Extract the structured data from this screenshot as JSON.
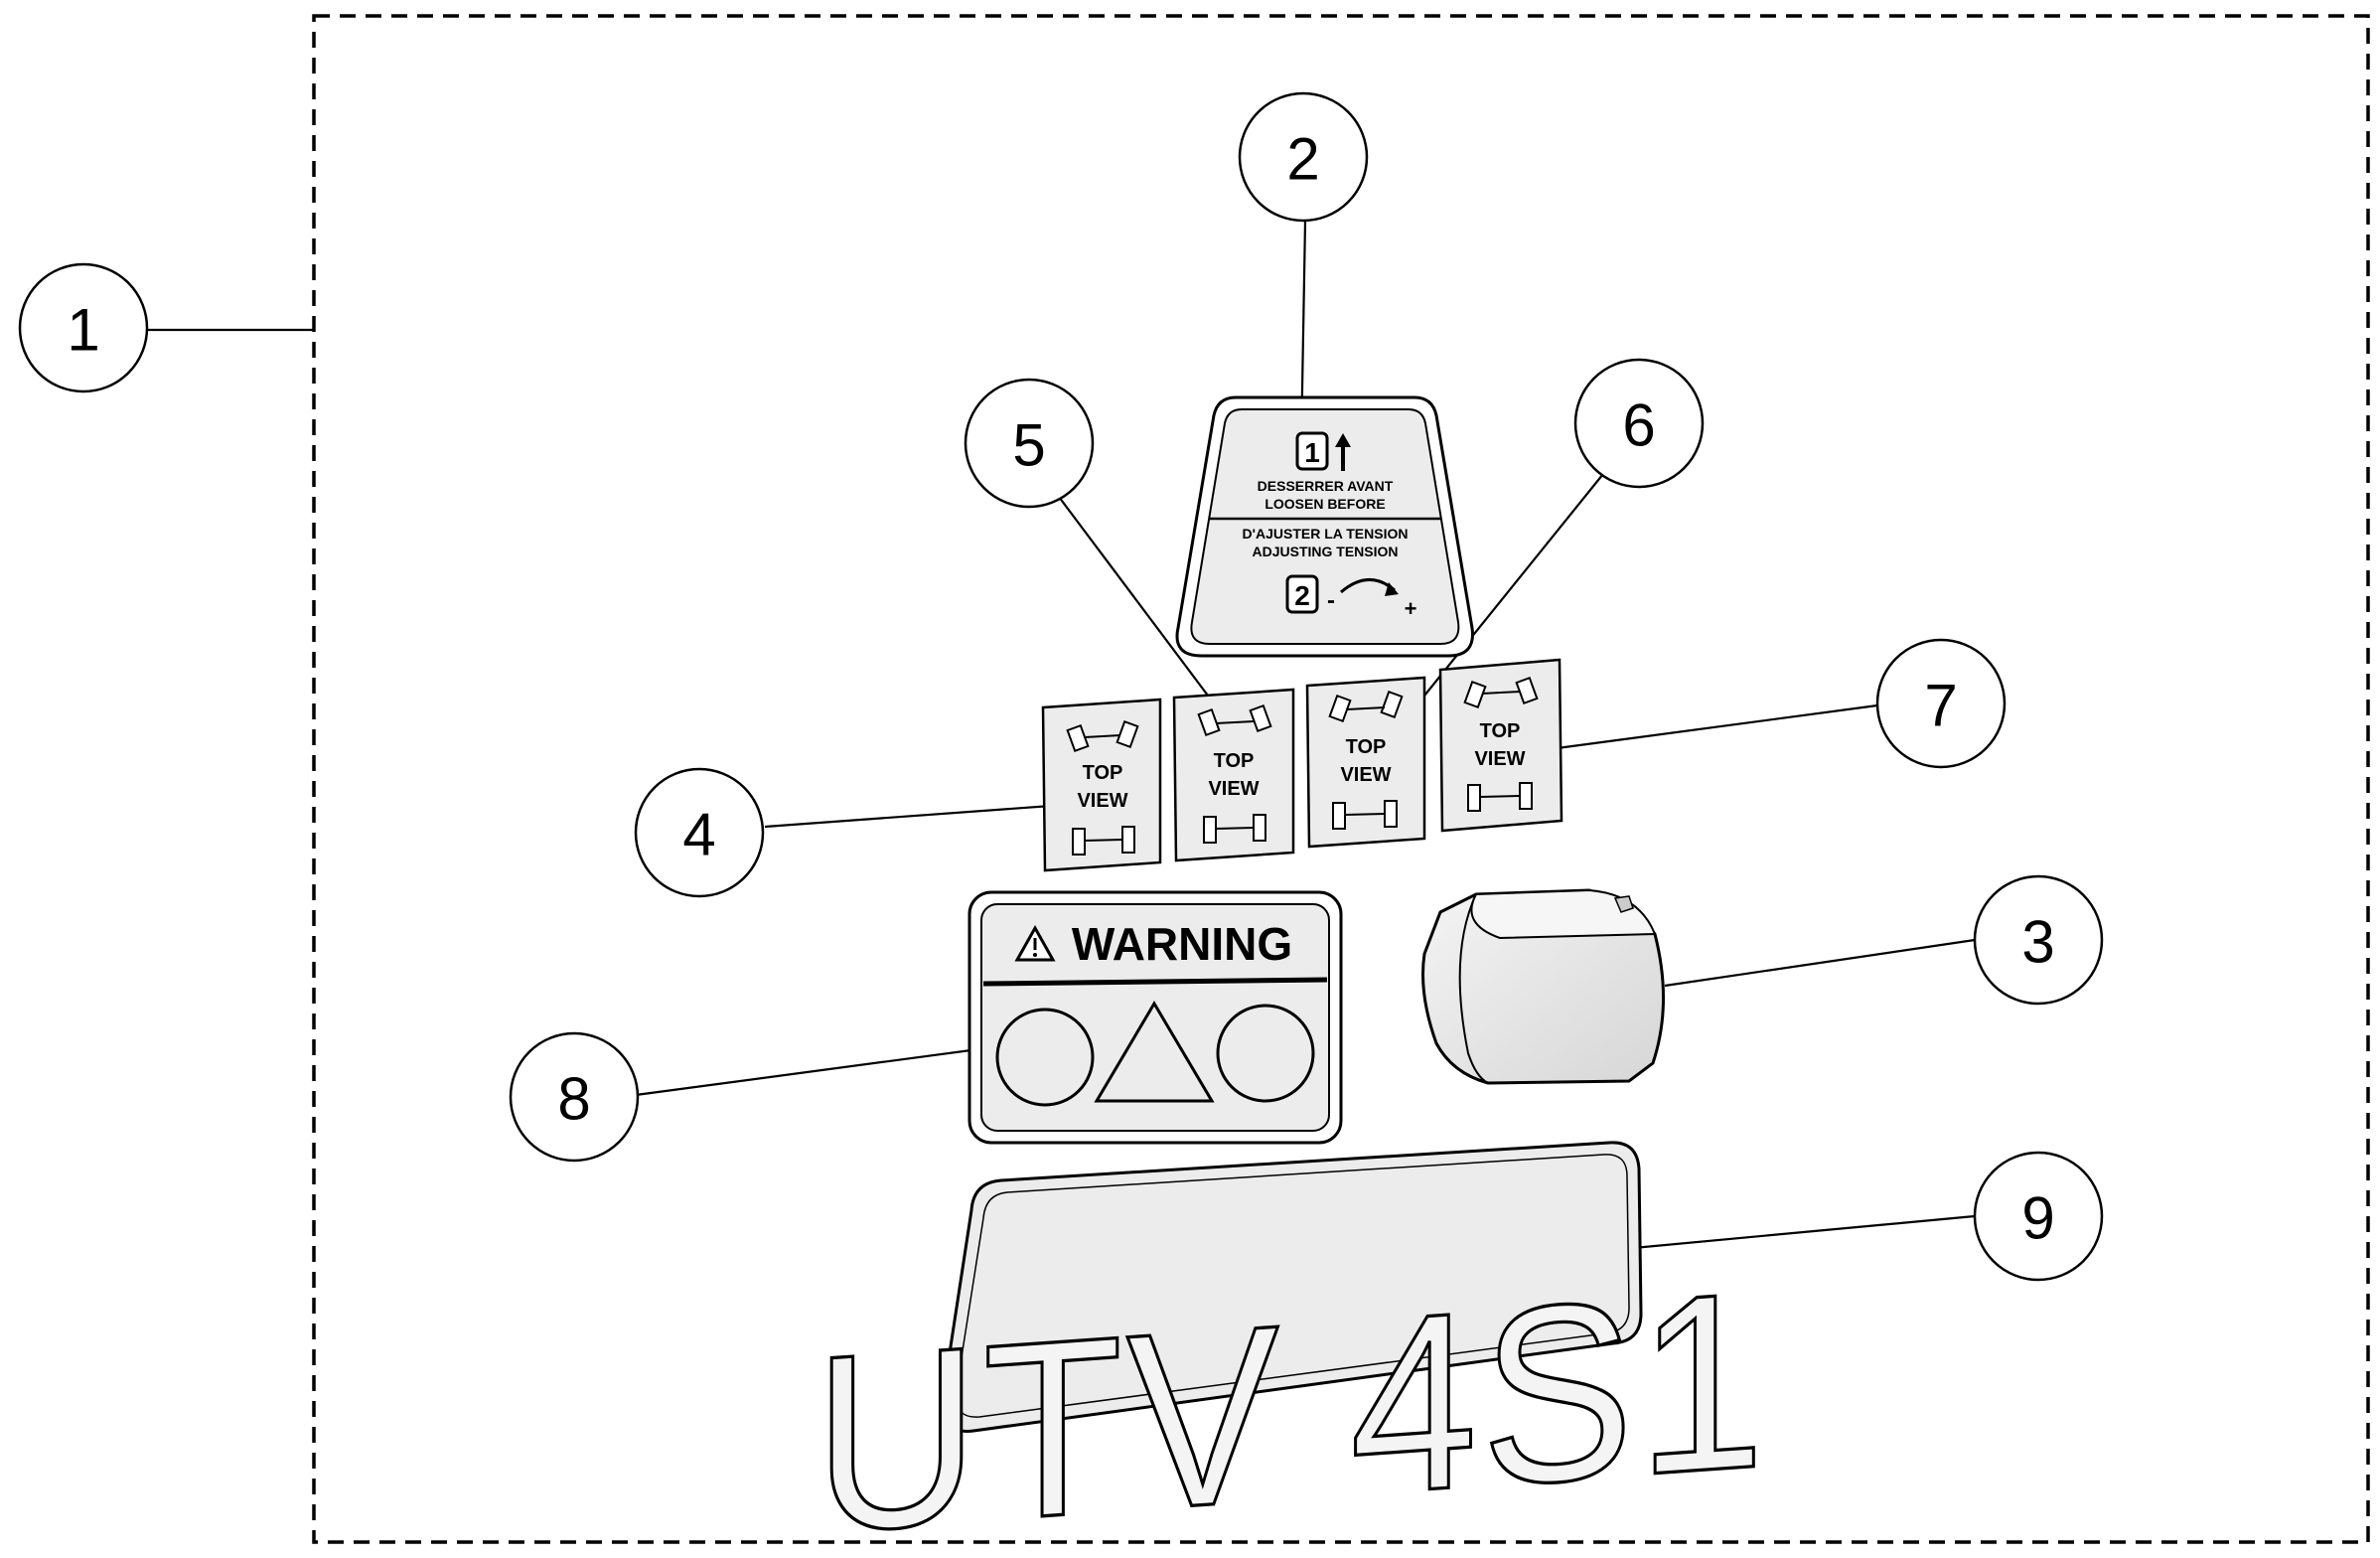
{
  "callouts": [
    {
      "id": "1",
      "label": "1"
    },
    {
      "id": "2",
      "label": "2"
    },
    {
      "id": "3",
      "label": "3"
    },
    {
      "id": "4",
      "label": "4"
    },
    {
      "id": "5",
      "label": "5"
    },
    {
      "id": "6",
      "label": "6"
    },
    {
      "id": "7",
      "label": "7"
    },
    {
      "id": "8",
      "label": "8"
    },
    {
      "id": "9",
      "label": "9"
    }
  ],
  "tension_decal": {
    "step1": "1",
    "line1": "DESSERRER AVANT",
    "line2": "LOOSEN BEFORE",
    "line3": "D'AJUSTER LA TENSION",
    "line4": "ADJUSTING TENSION",
    "step2": "2",
    "minus": "-",
    "plus": "+"
  },
  "top_view_decals": [
    {
      "line1": "TOP",
      "line2": "VIEW"
    },
    {
      "line1": "TOP",
      "line2": "VIEW"
    },
    {
      "line1": "TOP",
      "line2": "VIEW"
    },
    {
      "line1": "TOP",
      "line2": "VIEW"
    }
  ],
  "warning_decal": {
    "title": "WARNING"
  },
  "model_decal": {
    "text": "UTV 4S1"
  },
  "colors": {
    "line": "#000000",
    "decal_fill": "#ececec",
    "background": "#ffffff"
  }
}
